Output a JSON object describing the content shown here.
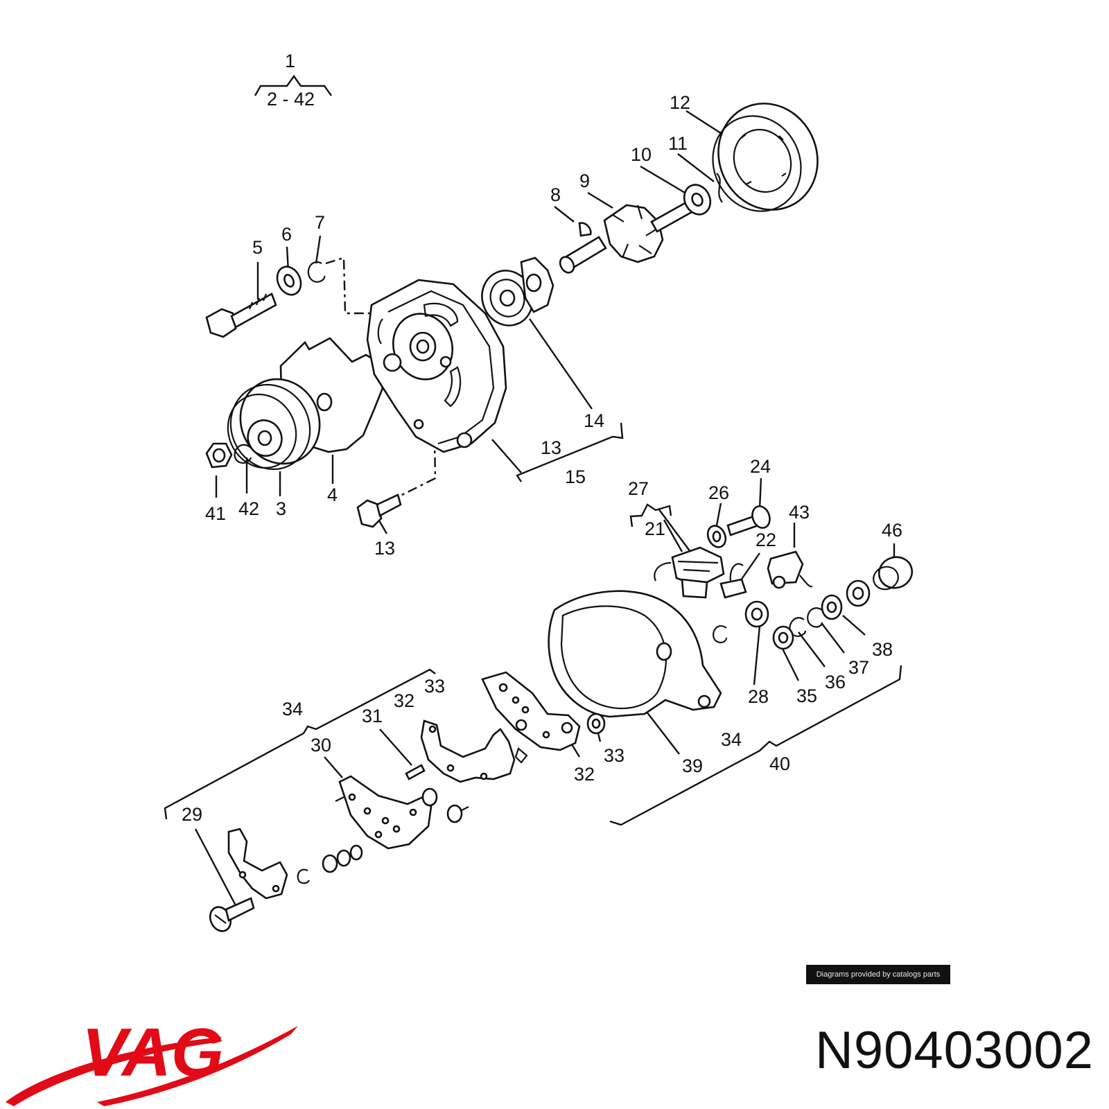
{
  "diagram": {
    "callouts": [
      {
        "id": "c1",
        "text": "1"
      },
      {
        "id": "c2",
        "text": "2 - 42"
      },
      {
        "id": "c3",
        "text": "3"
      },
      {
        "id": "c4",
        "text": "4"
      },
      {
        "id": "c5",
        "text": "5"
      },
      {
        "id": "c6",
        "text": "6"
      },
      {
        "id": "c7",
        "text": "7"
      },
      {
        "id": "c8",
        "text": "8"
      },
      {
        "id": "c9",
        "text": "9"
      },
      {
        "id": "c10",
        "text": "10"
      },
      {
        "id": "c11",
        "text": "11"
      },
      {
        "id": "c12",
        "text": "12"
      },
      {
        "id": "c13a",
        "text": "13"
      },
      {
        "id": "c13b",
        "text": "13"
      },
      {
        "id": "c14",
        "text": "14"
      },
      {
        "id": "c15",
        "text": "15"
      },
      {
        "id": "c21",
        "text": "21"
      },
      {
        "id": "c22",
        "text": "22"
      },
      {
        "id": "c24",
        "text": "24"
      },
      {
        "id": "c26",
        "text": "26"
      },
      {
        "id": "c27",
        "text": "27"
      },
      {
        "id": "c28",
        "text": "28"
      },
      {
        "id": "c29",
        "text": "29"
      },
      {
        "id": "c30",
        "text": "30"
      },
      {
        "id": "c31",
        "text": "31"
      },
      {
        "id": "c32a",
        "text": "32"
      },
      {
        "id": "c32b",
        "text": "32"
      },
      {
        "id": "c33a",
        "text": "33"
      },
      {
        "id": "c33b",
        "text": "33"
      },
      {
        "id": "c34a",
        "text": "34"
      },
      {
        "id": "c34b",
        "text": "34"
      },
      {
        "id": "c35",
        "text": "35"
      },
      {
        "id": "c36",
        "text": "36"
      },
      {
        "id": "c37",
        "text": "37"
      },
      {
        "id": "c38",
        "text": "38"
      },
      {
        "id": "c39",
        "text": "39"
      },
      {
        "id": "c40",
        "text": "40"
      },
      {
        "id": "c41",
        "text": "41"
      },
      {
        "id": "c42",
        "text": "42"
      },
      {
        "id": "c43",
        "text": "43"
      },
      {
        "id": "c46",
        "text": "46"
      }
    ]
  },
  "credit": "Diagrams provided by catalogs parts",
  "brand": "VAG",
  "part_number": "N90403002",
  "colors": {
    "brand_red": "#e20a16",
    "ink": "#111111"
  }
}
